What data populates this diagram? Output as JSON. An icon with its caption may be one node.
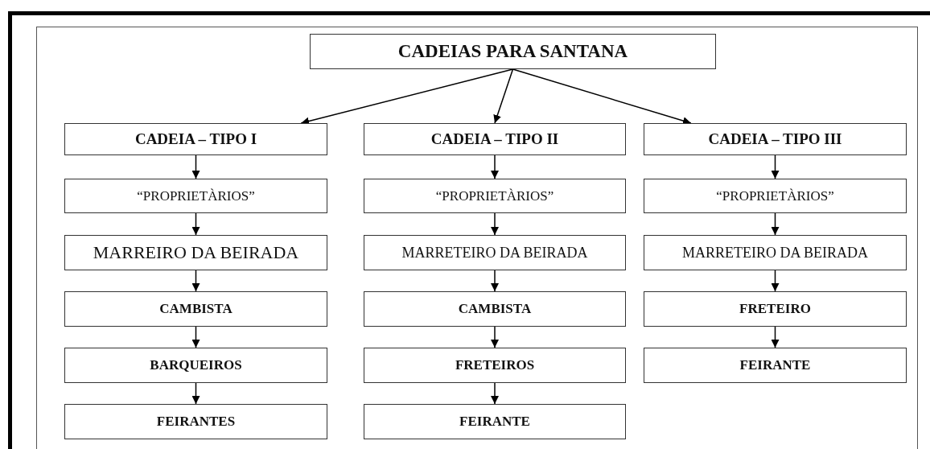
{
  "diagram": {
    "nodes": [
      {
        "text": [
          "CADEIAS PARA SANTANA"
        ]
      },
      {
        "text": [
          "CADEIA – TIPO I"
        ]
      },
      {
        "text": [
          "CADEIA – TIPO II"
        ]
      },
      {
        "text": [
          "CADEIA – TIPO III"
        ]
      },
      {
        "text": [
          "“PROPRIETÀRIOS”"
        ]
      },
      {
        "text": [
          "MARREIRO DA BEIRADA"
        ]
      },
      {
        "text": [
          "CAMBISTA"
        ]
      },
      {
        "text": [
          "BARQUEIROS"
        ]
      },
      {
        "text": [
          "FEIRANTES"
        ]
      },
      {
        "text": [
          "“PROPRIETÀRIOS”"
        ]
      },
      {
        "text": [
          "MARRETEIRO DA BEIRADA"
        ]
      },
      {
        "text": [
          "CAMBISTA"
        ]
      },
      {
        "text": [
          "FRETEIROS"
        ]
      },
      {
        "text": [
          "FEIRANTE"
        ]
      },
      {
        "text": [
          "“PROPRIETÀRIOS”"
        ]
      },
      {
        "text": [
          "MARRETEIRO DA BEIRADA"
        ]
      },
      {
        "text": [
          "FRETEIRO"
        ]
      },
      {
        "text": [
          "FEIRANTE"
        ]
      }
    ],
    "edges": [
      {
        "from": 0,
        "to": 1,
        "arrow": "to"
      },
      {
        "from": 0,
        "to": 2,
        "arrow": "to"
      },
      {
        "from": 0,
        "to": 3,
        "arrow": "to"
      },
      {
        "from": 1,
        "to": 4,
        "arrow": "to"
      },
      {
        "from": 4,
        "to": 5,
        "arrow": "to"
      },
      {
        "from": 5,
        "to": 6,
        "arrow": "to"
      },
      {
        "from": 6,
        "to": 7,
        "arrow": "to"
      },
      {
        "from": 7,
        "to": 8,
        "arrow": "to"
      },
      {
        "from": 2,
        "to": 9,
        "arrow": "to"
      },
      {
        "from": 9,
        "to": 10,
        "arrow": "to"
      },
      {
        "from": 10,
        "to": 11,
        "arrow": "to"
      },
      {
        "from": 11,
        "to": 12,
        "arrow": "to"
      },
      {
        "from": 12,
        "to": 13,
        "arrow": "to"
      },
      {
        "from": 3,
        "to": 14,
        "arrow": "to"
      },
      {
        "from": 14,
        "to": 15,
        "arrow": "to"
      },
      {
        "from": 15,
        "to": 16,
        "arrow": "to"
      },
      {
        "from": 16,
        "to": 17,
        "arrow": "to"
      }
    ]
  }
}
